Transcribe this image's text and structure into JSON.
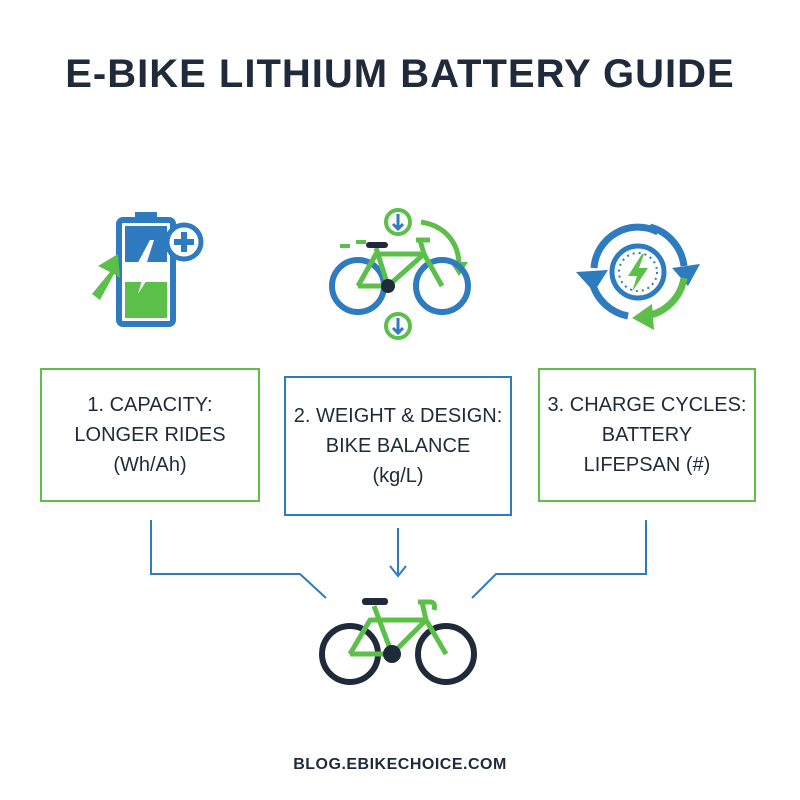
{
  "title": "E-BIKE LITHIUM BATTERY GUIDE",
  "cards": [
    {
      "line1": "1. CAPACITY:",
      "line2": "LONGER RIDES",
      "line3": "(Wh/Ah)",
      "icon": "battery-charge-icon",
      "color": "#5cbf4a"
    },
    {
      "line1": "2. WEIGHT & DESIGN:",
      "line2": "BIKE BALANCE",
      "line3": "(kg/L)",
      "icon": "bike-balance-icon",
      "color": "#2e7bc0"
    },
    {
      "line1": "3. CHARGE CYCLES:",
      "line2": "BATTERY",
      "line3": "LIFEPSAN (#)",
      "icon": "charge-cycle-icon",
      "color": "#5cbf4a"
    }
  ],
  "result_icon": "bicycle-icon",
  "footer": "BLOG.EBIKECHOICE.COM",
  "colors": {
    "green": "#5cbf4a",
    "blue": "#2e7bc0",
    "dark": "#1f2b3a"
  }
}
